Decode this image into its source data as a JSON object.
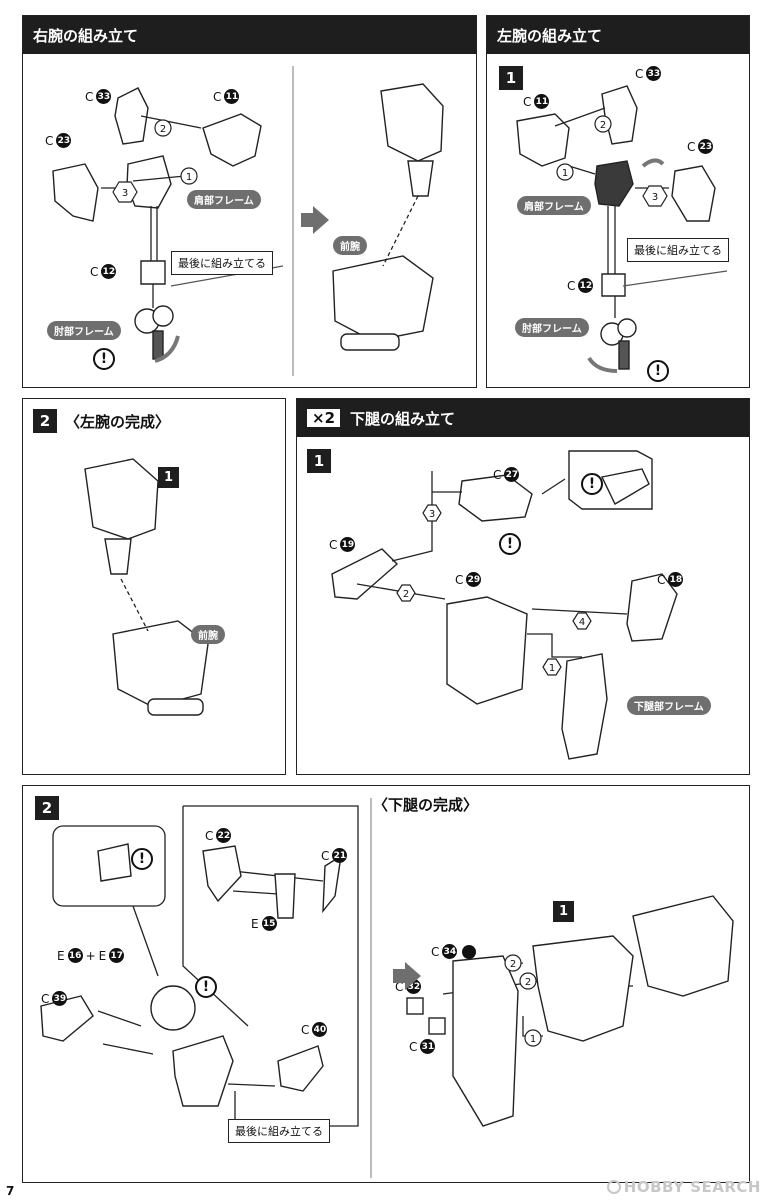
{
  "panels": {
    "right_arm": {
      "header": "右腕の組み立て",
      "shoulder_frame": "肩部フレーム",
      "elbow_frame": "肘部フレーム",
      "assemble_last": "最後に組み立てる",
      "forearm": "前腕",
      "steps": [
        "1",
        "2",
        "3"
      ],
      "parts": [
        {
          "letter": "C",
          "num": "33"
        },
        {
          "letter": "C",
          "num": "11"
        },
        {
          "letter": "C",
          "num": "23"
        },
        {
          "letter": "C",
          "num": "12"
        }
      ]
    },
    "left_arm": {
      "header": "左腕の組み立て",
      "step": "1",
      "shoulder_frame": "肩部フレーム",
      "elbow_frame": "肘部フレーム",
      "assemble_last": "最後に組み立てる",
      "steps": [
        "1",
        "2",
        "3"
      ],
      "parts": [
        {
          "letter": "C",
          "num": "33"
        },
        {
          "letter": "C",
          "num": "11"
        },
        {
          "letter": "C",
          "num": "23"
        },
        {
          "letter": "C",
          "num": "12"
        }
      ]
    },
    "left_arm_complete": {
      "step": "2",
      "title": "〈左腕の完成〉",
      "ref_step": "1",
      "forearm": "前腕"
    },
    "lower_leg": {
      "multiplier": "×2",
      "header": "下腿の組み立て",
      "step": "1",
      "lower_leg_frame": "下腿部フレーム",
      "steps": [
        "1",
        "2",
        "3",
        "4"
      ],
      "parts": [
        {
          "letter": "C",
          "num": "27"
        },
        {
          "letter": "C",
          "num": "19"
        },
        {
          "letter": "C",
          "num": "29"
        },
        {
          "letter": "C",
          "num": "18"
        }
      ]
    },
    "lower_leg_complete": {
      "step": "2",
      "title": "〈下腿の完成〉",
      "ref_step": "1",
      "assemble_last": "最後に組み立てる",
      "plus": "+",
      "parts_left": [
        {
          "letter": "C",
          "num": "22"
        },
        {
          "letter": "C",
          "num": "21"
        },
        {
          "letter": "E",
          "num": "15"
        },
        {
          "letter": "E",
          "num": "16"
        },
        {
          "letter": "E",
          "num": "17"
        },
        {
          "letter": "C",
          "num": "39"
        },
        {
          "letter": "C",
          "num": "40"
        }
      ],
      "parts_right": [
        {
          "letter": "C",
          "num": "34"
        },
        {
          "letter": "C",
          "num": "32"
        },
        {
          "letter": "C",
          "num": "31"
        }
      ],
      "steps": [
        "1",
        "2",
        "2"
      ]
    }
  },
  "footer": {
    "page_number": "7",
    "watermark": "HOBBY SEARCH"
  },
  "icons": {
    "caution": "exclamation-icon",
    "rotate": "curved-arrow-icon",
    "flow": "right-arrow-icon"
  }
}
